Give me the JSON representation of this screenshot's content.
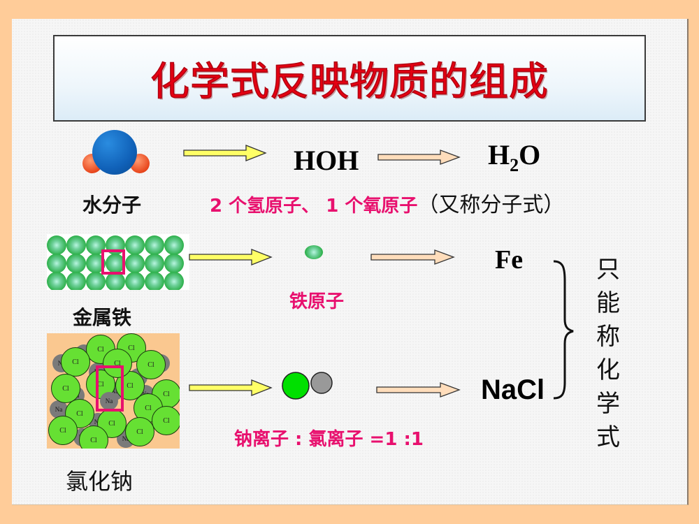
{
  "title": "化学式反映物质的组成",
  "rows": [
    {
      "substance_label": "水分子",
      "intermediate_formula": "HOH",
      "final_formula": {
        "main": "H",
        "subscript": "2",
        "tail": "O"
      },
      "description_pink": "2 个氢原子、 1 个氧原子",
      "description_black": "（又称分子式）"
    },
    {
      "substance_label": "金属铁",
      "particle_label": "铁原子",
      "final_formula": "Fe"
    },
    {
      "substance_label": "氯化钠",
      "particle_label": "钠离子 : 氯离子 =1 :1",
      "final_formula": "NaCl"
    }
  ],
  "bracket_note": [
    "只",
    "能",
    "称",
    "化",
    "学",
    "式"
  ],
  "crystal_labels": {
    "cl": "Cl",
    "na": "Na"
  },
  "colors": {
    "background_border": "#FFCC99",
    "title_red": "#E60012",
    "pink_text": "#E8106E",
    "yellow_arrow": "#FFFF66",
    "peach_arrow": "#FFDDBB",
    "cl_green": "#66E033",
    "na_gray": "#7A7A7A"
  }
}
